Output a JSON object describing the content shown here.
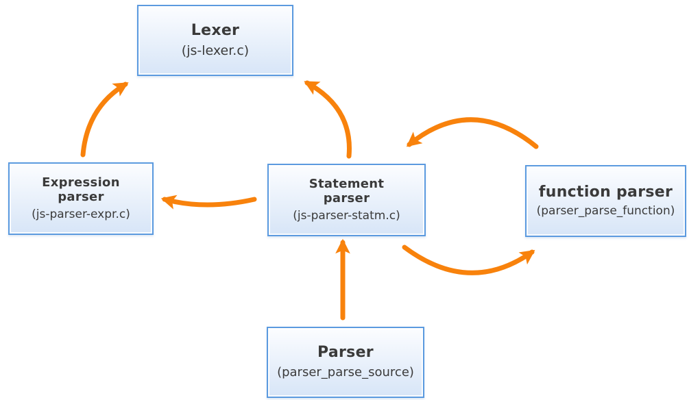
{
  "diagram_type": "flow-diagram",
  "colors": {
    "arrow": "#f8820c",
    "box_border": "#5b9adf",
    "box_fill_top": "#fcfdff",
    "box_fill_bottom": "#d7e5f7",
    "text": "#3a3a3a",
    "background": "#ffffff"
  },
  "nodes": {
    "lexer": {
      "title": "Lexer",
      "subtitle": "(js-lexer.c)"
    },
    "expression_parser": {
      "title": "Expression\nparser",
      "subtitle": "(js-parser-expr.c)"
    },
    "statement_parser": {
      "title": "Statement\nparser",
      "subtitle": "(js-parser-statm.c)"
    },
    "function_parser": {
      "title": "function parser",
      "subtitle": "(parser_parse_function)"
    },
    "parser": {
      "title": "Parser",
      "subtitle": "(parser_parse_source)"
    }
  },
  "edges": [
    {
      "from": "expression_parser",
      "to": "lexer",
      "style": "curved"
    },
    {
      "from": "statement_parser",
      "to": "lexer",
      "style": "curved"
    },
    {
      "from": "statement_parser",
      "to": "expression_parser",
      "style": "curved"
    },
    {
      "from": "function_parser",
      "to": "statement_parser",
      "style": "curved"
    },
    {
      "from": "statement_parser",
      "to": "function_parser",
      "style": "curved"
    },
    {
      "from": "parser",
      "to": "statement_parser",
      "style": "straight"
    }
  ]
}
